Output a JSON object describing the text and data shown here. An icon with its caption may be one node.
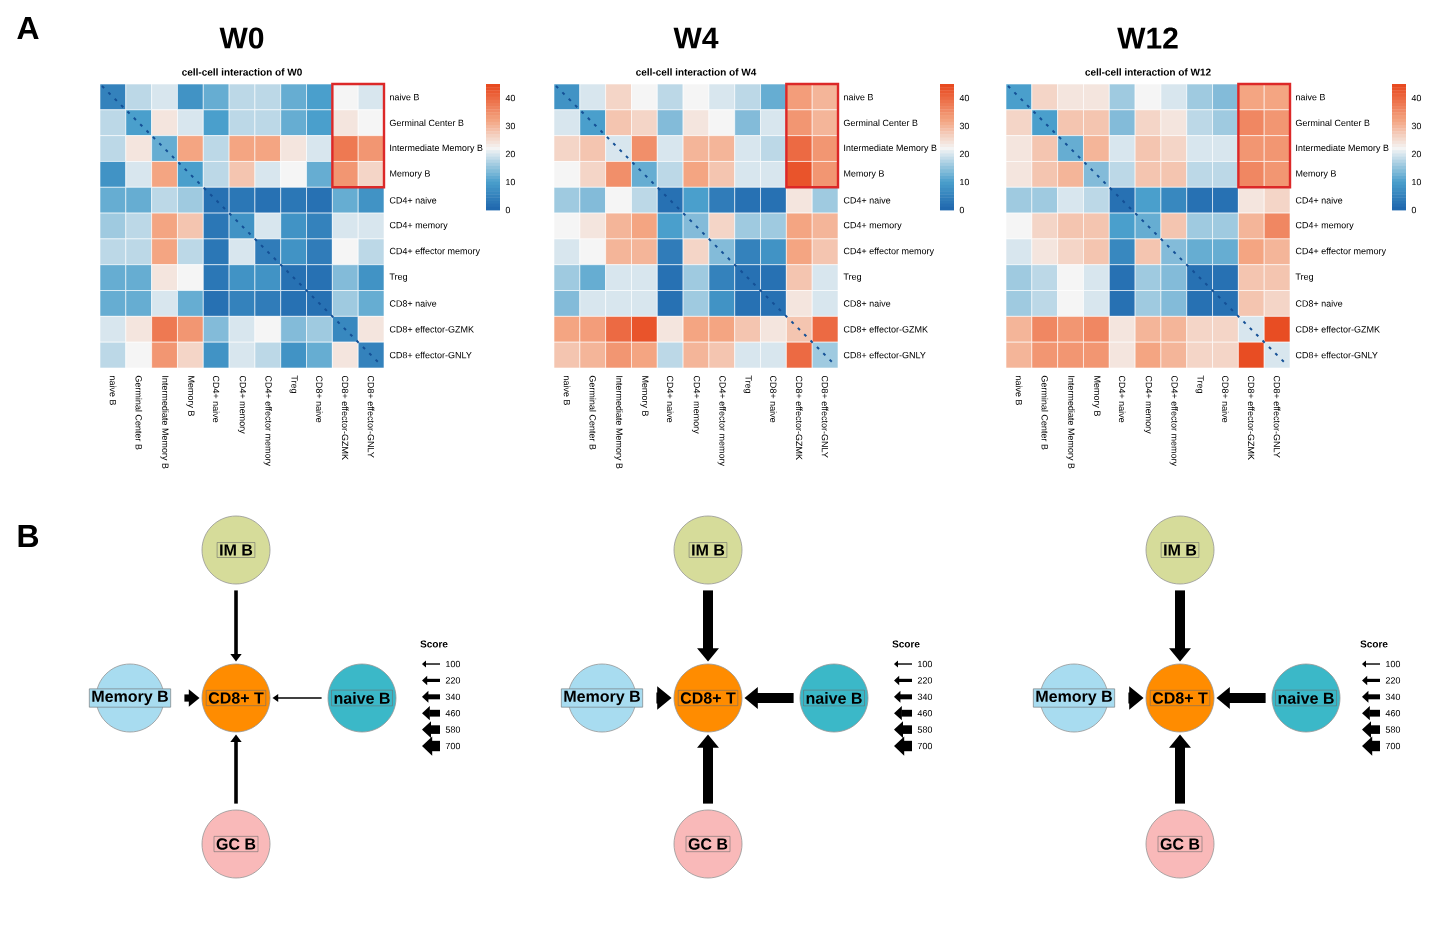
{
  "diagram": {
    "nodes": [
      {
        "text": [
          "IM B"
        ]
      },
      {
        "text": [
          "Memory B"
        ]
      },
      {
        "text": [
          "CD8+ T"
        ]
      },
      {
        "text": [
          "naive B"
        ]
      },
      {
        "text": [
          "GC B"
        ]
      },
      {
        "text": [
          "IM B"
        ]
      },
      {
        "text": [
          "Memory B"
        ]
      },
      {
        "text": [
          "CD8+ T"
        ]
      },
      {
        "text": [
          "naive B"
        ]
      },
      {
        "text": [
          "GC B"
        ]
      },
      {
        "text": [
          "IM B"
        ]
      },
      {
        "text": [
          "Memory B"
        ]
      },
      {
        "text": [
          "CD8+ T"
        ]
      },
      {
        "text": [
          "naive B"
        ]
      },
      {
        "text": [
          "GC B"
        ]
      }
    ],
    "edges": [
      {
        "from": 0,
        "to": 2,
        "arrow": "to"
      },
      {
        "from": 1,
        "to": 2,
        "arrow": "to"
      },
      {
        "from": 3,
        "to": 2,
        "arrow": "to"
      },
      {
        "from": 4,
        "to": 2,
        "arrow": "to"
      },
      {
        "from": 5,
        "to": 7,
        "arrow": "to"
      },
      {
        "from": 6,
        "to": 7,
        "arrow": "to"
      },
      {
        "from": 8,
        "to": 7,
        "arrow": "to"
      },
      {
        "from": 9,
        "to": 7,
        "arrow": "to"
      },
      {
        "from": 10,
        "to": 12,
        "arrow": "to"
      },
      {
        "from": 11,
        "to": 12,
        "arrow": "to"
      },
      {
        "from": 13,
        "to": 12,
        "arrow": "to"
      },
      {
        "from": 14,
        "to": 12,
        "arrow": "to"
      }
    ],
    "labels": [
      "A",
      "W0",
      "cell-cell interaction of W0",
      "40",
      "30",
      "20",
      "10",
      "0",
      "naive B",
      "Germinal Center B",
      "Intermediate Memory B",
      "Memory B",
      "CD4+ naive",
      "CD4+ memory",
      "CD4+ effector memory",
      "Treg",
      "CD8+ naive",
      "CD8+ effector-GZMK",
      "CD8+ effector-GNLY",
      "naive B",
      "Germinal Center B",
      "Intermediate Memory B",
      "Memory B",
      "CD4+ naive",
      "CD4+ memory",
      "CD4+ effector memory",
      "Treg",
      "CD8+ naive",
      "CD8+ effector-GZMK",
      "CD8+ effector-GNLY",
      "W4",
      "cell-cell interaction of W4",
      "40",
      "30",
      "20",
      "10",
      "0",
      "naive B",
      "Germinal Center B",
      "Intermediate Memory B",
      "Memory B",
      "CD4+ naive",
      "CD4+ memory",
      "CD4+ effector memory",
      "Treg",
      "CD8+ naive",
      "CD8+ effector-GZMK",
      "CD8+ effector-GNLY",
      "naive B",
      "Germinal Center B",
      "Intermediate Memory B",
      "Memory B",
      "CD4+ naive",
      "CD4+ memory",
      "CD4+ effector memory",
      "Treg",
      "CD8+ naive",
      "CD8+ effector-GZMK",
      "CD8+ effector-GNLY",
      "W12",
      "cell-cell interaction of W12",
      "40",
      "30",
      "20",
      "10",
      "0",
      "naive B",
      "Germinal Center B",
      "Intermediate Memory B",
      "Memory B",
      "CD4+ naive",
      "CD4+ memory",
      "CD4+ effector memory",
      "Treg",
      "CD8+ naive",
      "CD8+ effector-GZMK",
      "CD8+ effector-GNLY",
      "naive B",
      "Germinal Center B",
      "Intermediate Memory B",
      "Memory B",
      "CD4+ naive",
      "CD4+ memory",
      "CD4+ effector memory",
      "Treg",
      "CD8+ naive",
      "CD8+ effector-GZMK",
      "CD8+ effector-GNLY",
      "B",
      "Score",
      "Score",
      "Score"
    ],
    "legend": [
      {
        "text": "100"
      },
      {
        "text": "220"
      },
      {
        "text": "340"
      },
      {
        "text": "460"
      },
      {
        "text": "580"
      },
      {
        "text": "700"
      },
      {
        "text": "100"
      },
      {
        "text": "220"
      },
      {
        "text": "340"
      },
      {
        "text": "460"
      },
      {
        "text": "580"
      },
      {
        "text": "700"
      },
      {
        "text": "100"
      },
      {
        "text": "220"
      },
      {
        "text": "340"
      },
      {
        "text": "460"
      },
      {
        "text": "580"
      },
      {
        "text": "700"
      }
    ]
  }
}
